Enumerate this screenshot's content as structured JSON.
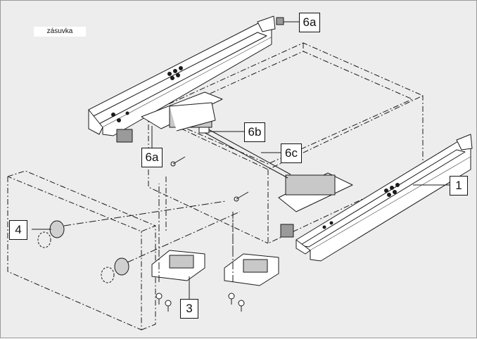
{
  "caption": "zásuvka",
  "labels": {
    "runner": "1",
    "locking_device": "3",
    "dowel": "4",
    "stabiliser_clip_top": "6a",
    "stabiliser_clip_left": "6a",
    "stabiliser_rod_end": "6b",
    "stabiliser_rod": "6c"
  },
  "colors": {
    "background": "#ededed",
    "line": "#1a1a1a",
    "label_fill": "#ffffff"
  }
}
